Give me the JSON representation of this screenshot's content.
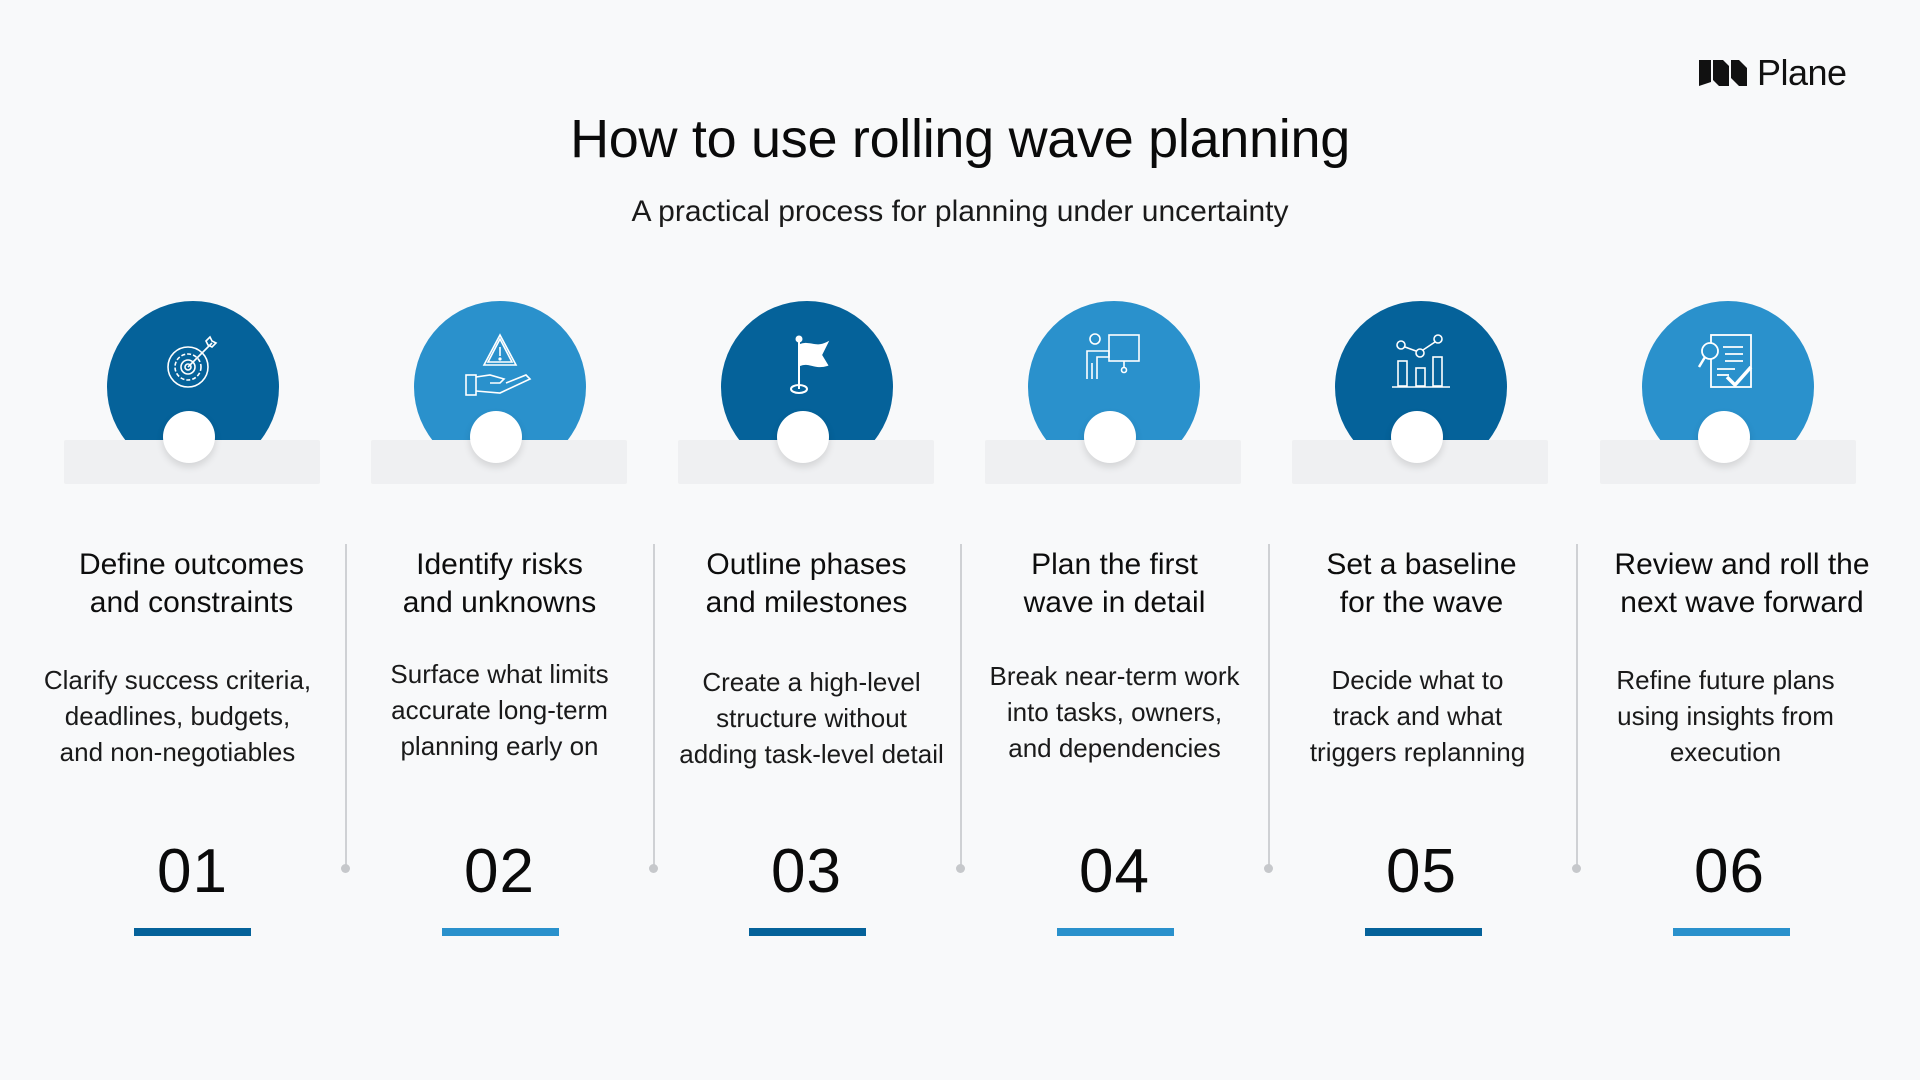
{
  "brand": {
    "name": "Plane",
    "icon": "plane-logo-icon"
  },
  "header": {
    "title": "How to use rolling wave planning",
    "subtitle": "A practical process for planning under uncertainty"
  },
  "colors": {
    "dark_blue": "#05629a",
    "light_blue": "#2a91cc",
    "background": "#f8f9fa",
    "divider": "#cfd1d4"
  },
  "steps": [
    {
      "number": "01",
      "icon": "target-gear-icon",
      "color": "#05629a",
      "heading_line1": "Define outcomes",
      "heading_line2": "and constraints",
      "desc_line1": "Clarify success criteria,",
      "desc_line2": "deadlines, budgets,",
      "desc_line3": "and non-negotiables"
    },
    {
      "number": "02",
      "icon": "hand-warning-icon",
      "color": "#2a91cc",
      "heading_line1": "Identify risks",
      "heading_line2": "and unknowns",
      "desc_line1": "Surface what limits",
      "desc_line2": "accurate long-term",
      "desc_line3": "planning early on"
    },
    {
      "number": "03",
      "icon": "flag-icon",
      "color": "#05629a",
      "heading_line1": "Outline phases",
      "heading_line2": "and milestones",
      "desc_line1": "Create a high-level",
      "desc_line2": "structure without",
      "desc_line3": "adding task-level detail"
    },
    {
      "number": "04",
      "icon": "presenter-board-icon",
      "color": "#2a91cc",
      "heading_line1": "Plan the first",
      "heading_line2": "wave in detail",
      "desc_line1": "Break near-term work",
      "desc_line2": "into tasks, owners,",
      "desc_line3": "and dependencies"
    },
    {
      "number": "05",
      "icon": "bar-chart-trend-icon",
      "color": "#05629a",
      "heading_line1": "Set a baseline",
      "heading_line2": "for the wave",
      "desc_line1": "Decide what to",
      "desc_line2": "track and what",
      "desc_line3": "triggers replanning"
    },
    {
      "number": "06",
      "icon": "document-review-icon",
      "color": "#2a91cc",
      "heading_line1": "Review and roll the",
      "heading_line2": "next wave forward",
      "desc_line1": "Refine future plans",
      "desc_line2": "using insights from",
      "desc_line3": "execution"
    }
  ]
}
